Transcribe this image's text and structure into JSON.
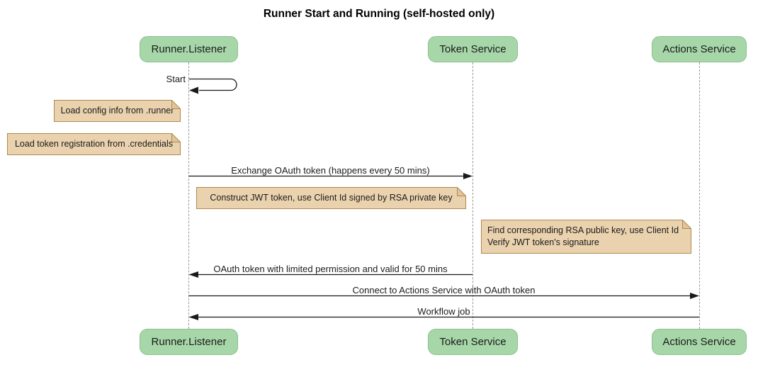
{
  "title": "Runner Start and Running (self-hosted only)",
  "colors": {
    "actor_fill": "#A7D7A9",
    "actor_border": "#8CBF8E",
    "note_fill": "#EBD2AE",
    "note_border": "#AE8A4E",
    "lifeline": "#999999",
    "arrow": "#1A1A1A"
  },
  "participants": [
    {
      "label": "Runner.Listener"
    },
    {
      "label": "Token Service"
    },
    {
      "label": "Actions Service"
    }
  ],
  "messages": [
    {
      "label": "Start",
      "type": "self",
      "from": "Runner.Listener",
      "to": "Runner.Listener"
    },
    {
      "label": "Exchange OAuth token (happens every 50 mins)",
      "type": "solid-arrow",
      "from": "Runner.Listener",
      "to": "Token Service"
    },
    {
      "label": "OAuth token with limited permission and valid for 50 mins",
      "type": "solid-arrow",
      "from": "Token Service",
      "to": "Runner.Listener"
    },
    {
      "label": "Connect to Actions Service with OAuth token",
      "type": "solid-arrow",
      "from": "Runner.Listener",
      "to": "Actions Service"
    },
    {
      "label": "Workflow job",
      "type": "solid-arrow",
      "from": "Actions Service",
      "to": "Runner.Listener"
    }
  ],
  "notes": [
    {
      "text": "Load config info from .runner"
    },
    {
      "text": "Load token registration from .credentials"
    },
    {
      "text": "Construct JWT token, use Client Id signed by RSA private key"
    },
    {
      "lines": [
        "Find corresponding RSA public key, use Client Id",
        "Verify JWT token's signature"
      ]
    }
  ]
}
